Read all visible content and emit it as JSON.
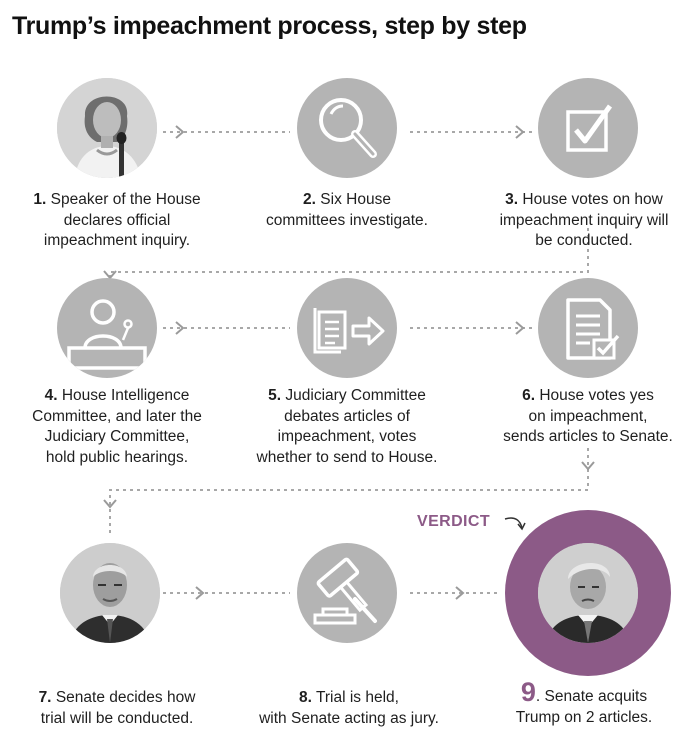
{
  "title": "Trump’s impeachment process, step by step",
  "verdict_label": "VERDICT",
  "accent_color": "#8c5a87",
  "steps": [
    {
      "num": "1.",
      "lines": [
        "Speaker of the House",
        "declares official",
        "impeachment inquiry."
      ],
      "icon": "speaker-photo"
    },
    {
      "num": "2.",
      "lines": [
        "Six House",
        "committees investigate."
      ],
      "icon": "magnifying-glass-icon"
    },
    {
      "num": "3.",
      "lines": [
        "House votes on how",
        "impeachment inquiry will",
        "be conducted."
      ],
      "icon": "checkbox-icon"
    },
    {
      "num": "4.",
      "lines": [
        "House Intelligence",
        "Committee, and later the",
        "Judiciary Committee,",
        "hold public hearings."
      ],
      "icon": "podium-speaker-icon"
    },
    {
      "num": "5.",
      "lines": [
        "Judiciary Committee",
        "debates articles of",
        "impeachment, votes",
        "whether to send to House."
      ],
      "icon": "document-send-icon"
    },
    {
      "num": "6.",
      "lines": [
        "House votes yes",
        "on impeachment,",
        "sends articles to Senate."
      ],
      "icon": "document-check-icon"
    },
    {
      "num": "7.",
      "lines": [
        "Senate decides how",
        "trial will be conducted."
      ],
      "icon": "senate-leader-photo"
    },
    {
      "num": "8.",
      "lines": [
        "Trial is held,",
        "with Senate acting as jury."
      ],
      "icon": "gavel-icon"
    },
    {
      "num": "9",
      "lines": [
        ". Senate acquits",
        "Trump on 2 articles."
      ],
      "icon": "president-photo"
    }
  ]
}
